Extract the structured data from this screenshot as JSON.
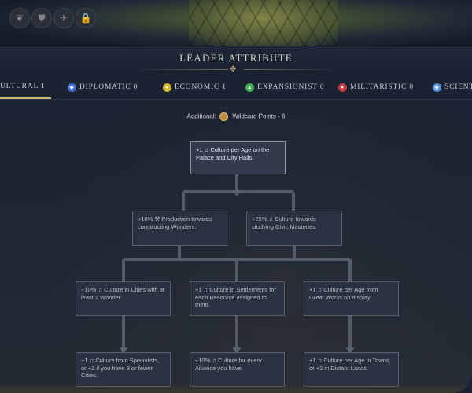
{
  "header": {
    "title": "LEADER ATTRIBUTE"
  },
  "system_icons": [
    "leaf-icon",
    "shield-icon",
    "dove-icon",
    "lock-icon"
  ],
  "tabs": [
    {
      "label": "ULTURAL 1",
      "icon": "culture-icon",
      "color": "#7a6fd0",
      "active": true
    },
    {
      "label": "DIPLOMATIC 0",
      "icon": "diplomatic-icon",
      "color": "#3f6fd8",
      "active": false
    },
    {
      "label": "ECONOMIC 1",
      "icon": "economic-icon",
      "color": "#d6b42a",
      "active": false
    },
    {
      "label": "EXPANSIONIST 0",
      "icon": "expansionist-icon",
      "color": "#3bb04a",
      "active": false
    },
    {
      "label": "MILITARISTIC 0",
      "icon": "militaristic-icon",
      "color": "#c23a3a",
      "active": false
    },
    {
      "label": "SCIENT",
      "icon": "science-icon",
      "color": "#4f8fd8",
      "active": false
    }
  ],
  "additional": {
    "label": "Additional:",
    "value": "Wildcard Points - 6"
  },
  "tree": {
    "root": {
      "text": "+1 ♫  Culture per Age on the Palace and City Halls."
    },
    "row1": [
      {
        "text": "+10% ⚒  Production towards constructing Wonders."
      },
      {
        "text": "+25% ♫  Culture towards studying Civic Masteries."
      }
    ],
    "row2": [
      {
        "text": "+10% ♫  Culture in Cities with at least 1 Wonder."
      },
      {
        "text": "+1 ♫  Culture in Settlements for each Resource assigned to them."
      },
      {
        "text": "+1 ♫  Culture per Age from Great Works on display."
      }
    ],
    "row3": [
      {
        "text": "+1 ♫  Culture from Specialists, or +2 if you have 3 or fewer Cities."
      },
      {
        "text": "+10% ♫  Culture for every Alliance you have."
      },
      {
        "text": "+1 ♫  Culture per Age in Towns, or +2 in Distant Lands."
      }
    ]
  }
}
